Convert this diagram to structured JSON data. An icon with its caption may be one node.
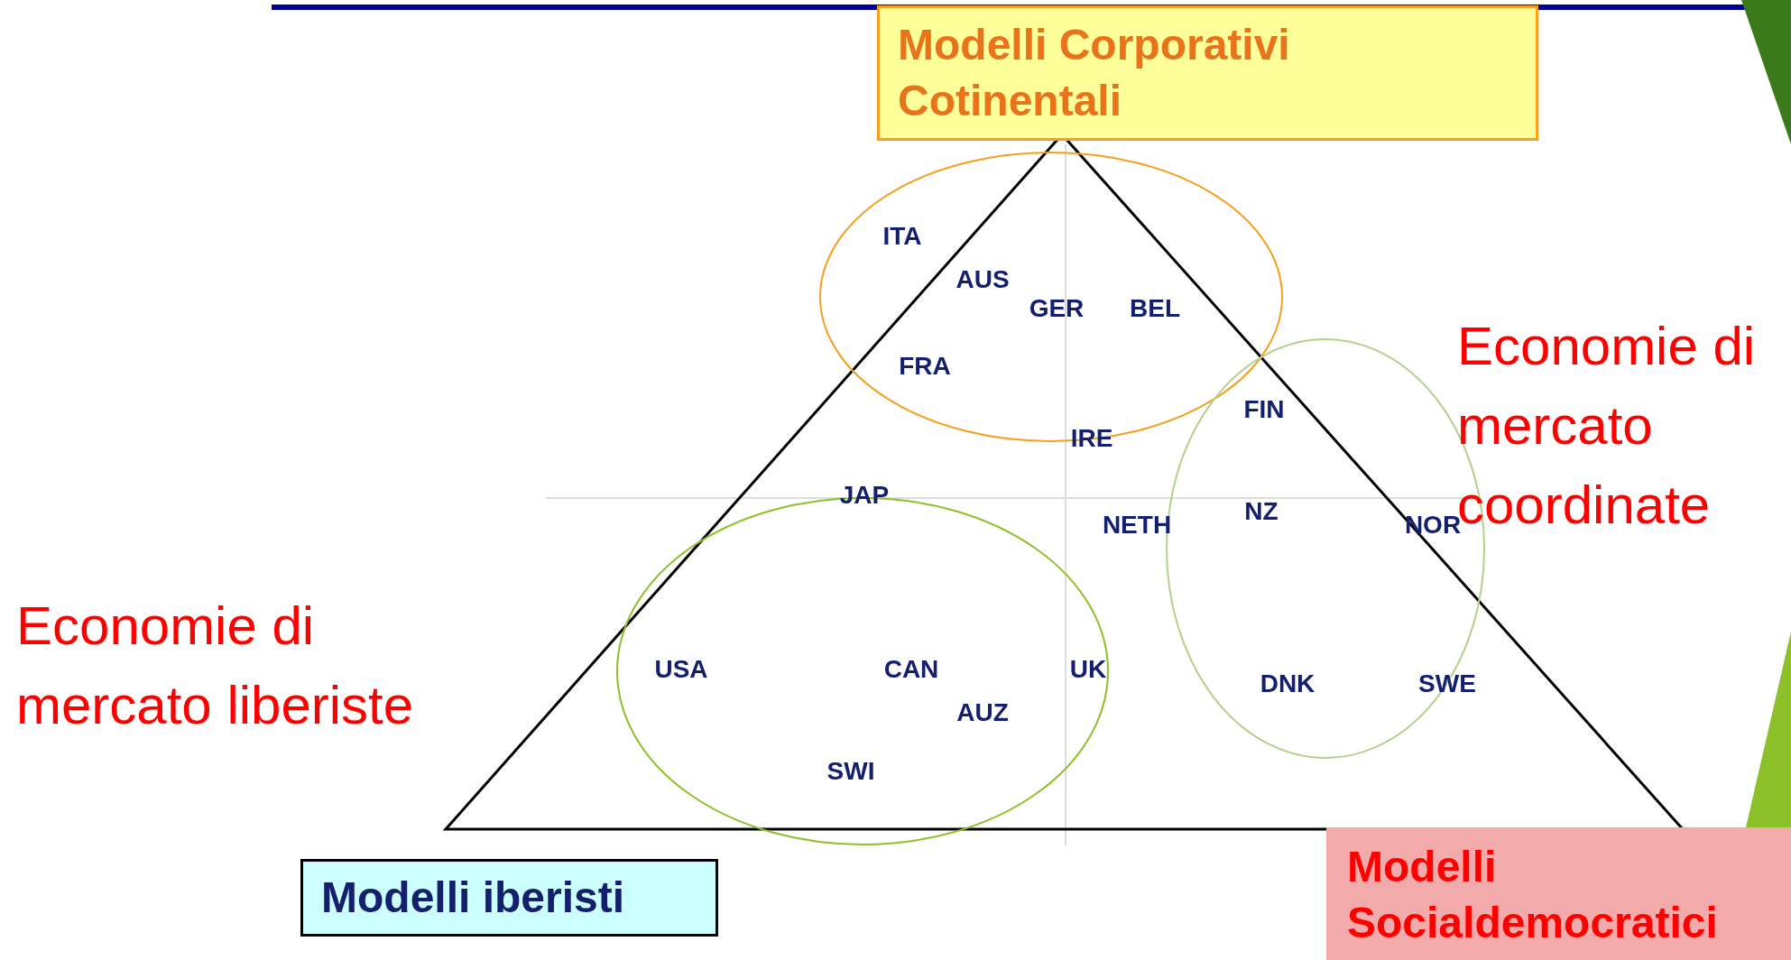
{
  "diagram": {
    "nodes": [
      {
        "text": [
          "Modelli Corporativi Cotinentali"
        ]
      },
      {
        "text": [
          "Modelli iberisti"
        ]
      },
      {
        "text": [
          "Modelli Socialdemocratici"
        ]
      },
      {
        "text": [
          "ITA",
          "AUS",
          "GER",
          "BEL",
          "FRA"
        ]
      },
      {
        "text": [
          "USA",
          "CAN",
          "UK",
          "AUZ",
          "SWI"
        ]
      },
      {
        "text": [
          "FIN",
          "NZ",
          "NOR",
          "DNK",
          "SWE"
        ]
      }
    ],
    "edges": [],
    "labels": [
      "Economie di mercato liberiste",
      "Economie di mercato coordinate",
      "IRE",
      "JAP",
      "NETH"
    ]
  }
}
